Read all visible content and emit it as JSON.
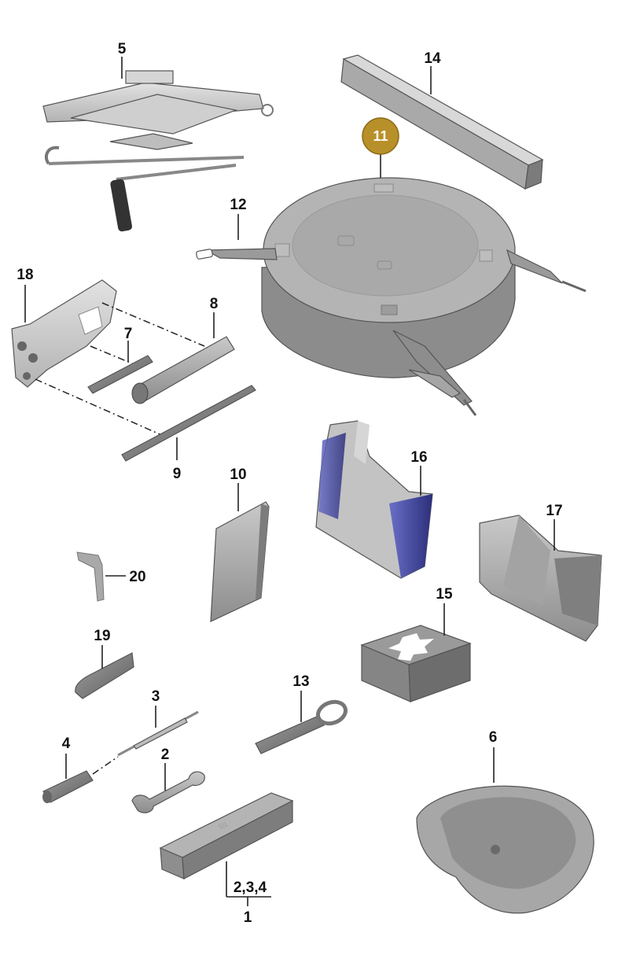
{
  "callouts": {
    "c1": "1",
    "c2": "2",
    "c3": "3",
    "c4": "4",
    "c5": "5",
    "c6": "6",
    "c7": "7",
    "c8": "8",
    "c9": "9",
    "c10": "10",
    "c11": "11",
    "c12": "12",
    "c13": "13",
    "c14": "14",
    "c15": "15",
    "c16": "16",
    "c17": "17",
    "c18": "18",
    "c19": "19",
    "c20": "20",
    "c234": "2,3,4"
  },
  "highlight_color": "#b8902a",
  "foam_accent_color": "#4a4fa8"
}
